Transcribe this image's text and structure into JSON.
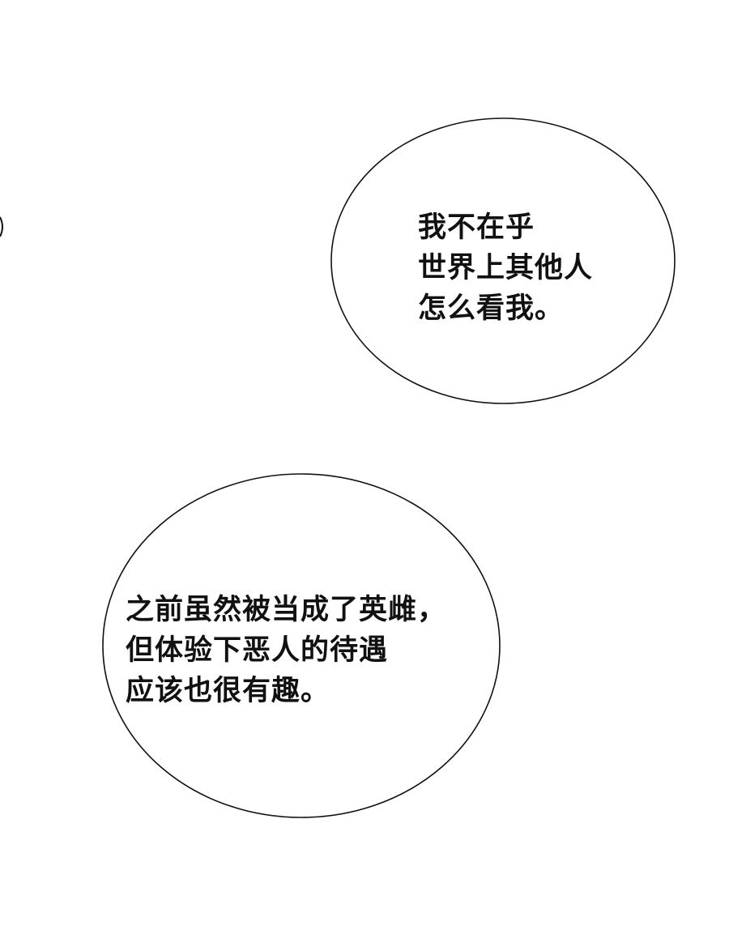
{
  "bubble_1": {
    "lines": [
      "我不在乎",
      "世界上其他人",
      "怎么看我。"
    ]
  },
  "bubble_2": {
    "lines": [
      "之前虽然被当成了英雌，",
      "但体验下恶人的待遇",
      "应该也很有趣。"
    ]
  },
  "colors": {
    "background": "#ffffff",
    "outline": "#111111",
    "text": "#111111"
  }
}
